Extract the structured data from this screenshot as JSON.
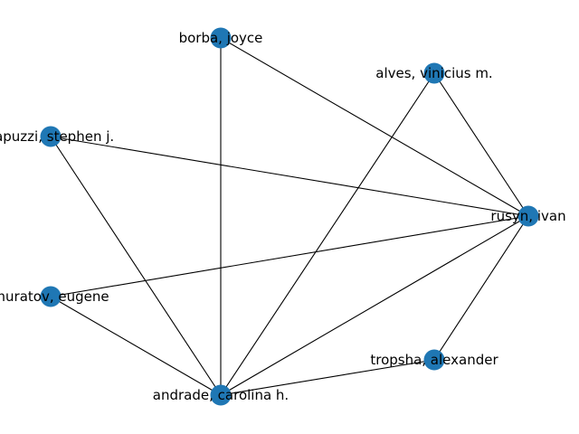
{
  "graph": {
    "node_color": "#1f77b4",
    "edge_color": "#000000",
    "nodes": [
      {
        "id": "borba",
        "label": "borba, joyce"
      },
      {
        "id": "alves",
        "label": "alves, vinicius m."
      },
      {
        "id": "capuzzi",
        "label": "capuzzi, stephen j."
      },
      {
        "id": "rusyn",
        "label": "rusyn, ivan"
      },
      {
        "id": "muratov",
        "label": "muratov, eugene"
      },
      {
        "id": "tropsha",
        "label": "tropsha, alexander"
      },
      {
        "id": "andrade",
        "label": "andrade, carolina h."
      }
    ],
    "edges": [
      [
        "borba",
        "rusyn"
      ],
      [
        "borba",
        "andrade"
      ],
      [
        "alves",
        "rusyn"
      ],
      [
        "alves",
        "andrade"
      ],
      [
        "capuzzi",
        "rusyn"
      ],
      [
        "capuzzi",
        "andrade"
      ],
      [
        "muratov",
        "rusyn"
      ],
      [
        "muratov",
        "andrade"
      ],
      [
        "rusyn",
        "andrade"
      ],
      [
        "rusyn",
        "tropsha"
      ],
      [
        "tropsha",
        "andrade"
      ]
    ]
  }
}
